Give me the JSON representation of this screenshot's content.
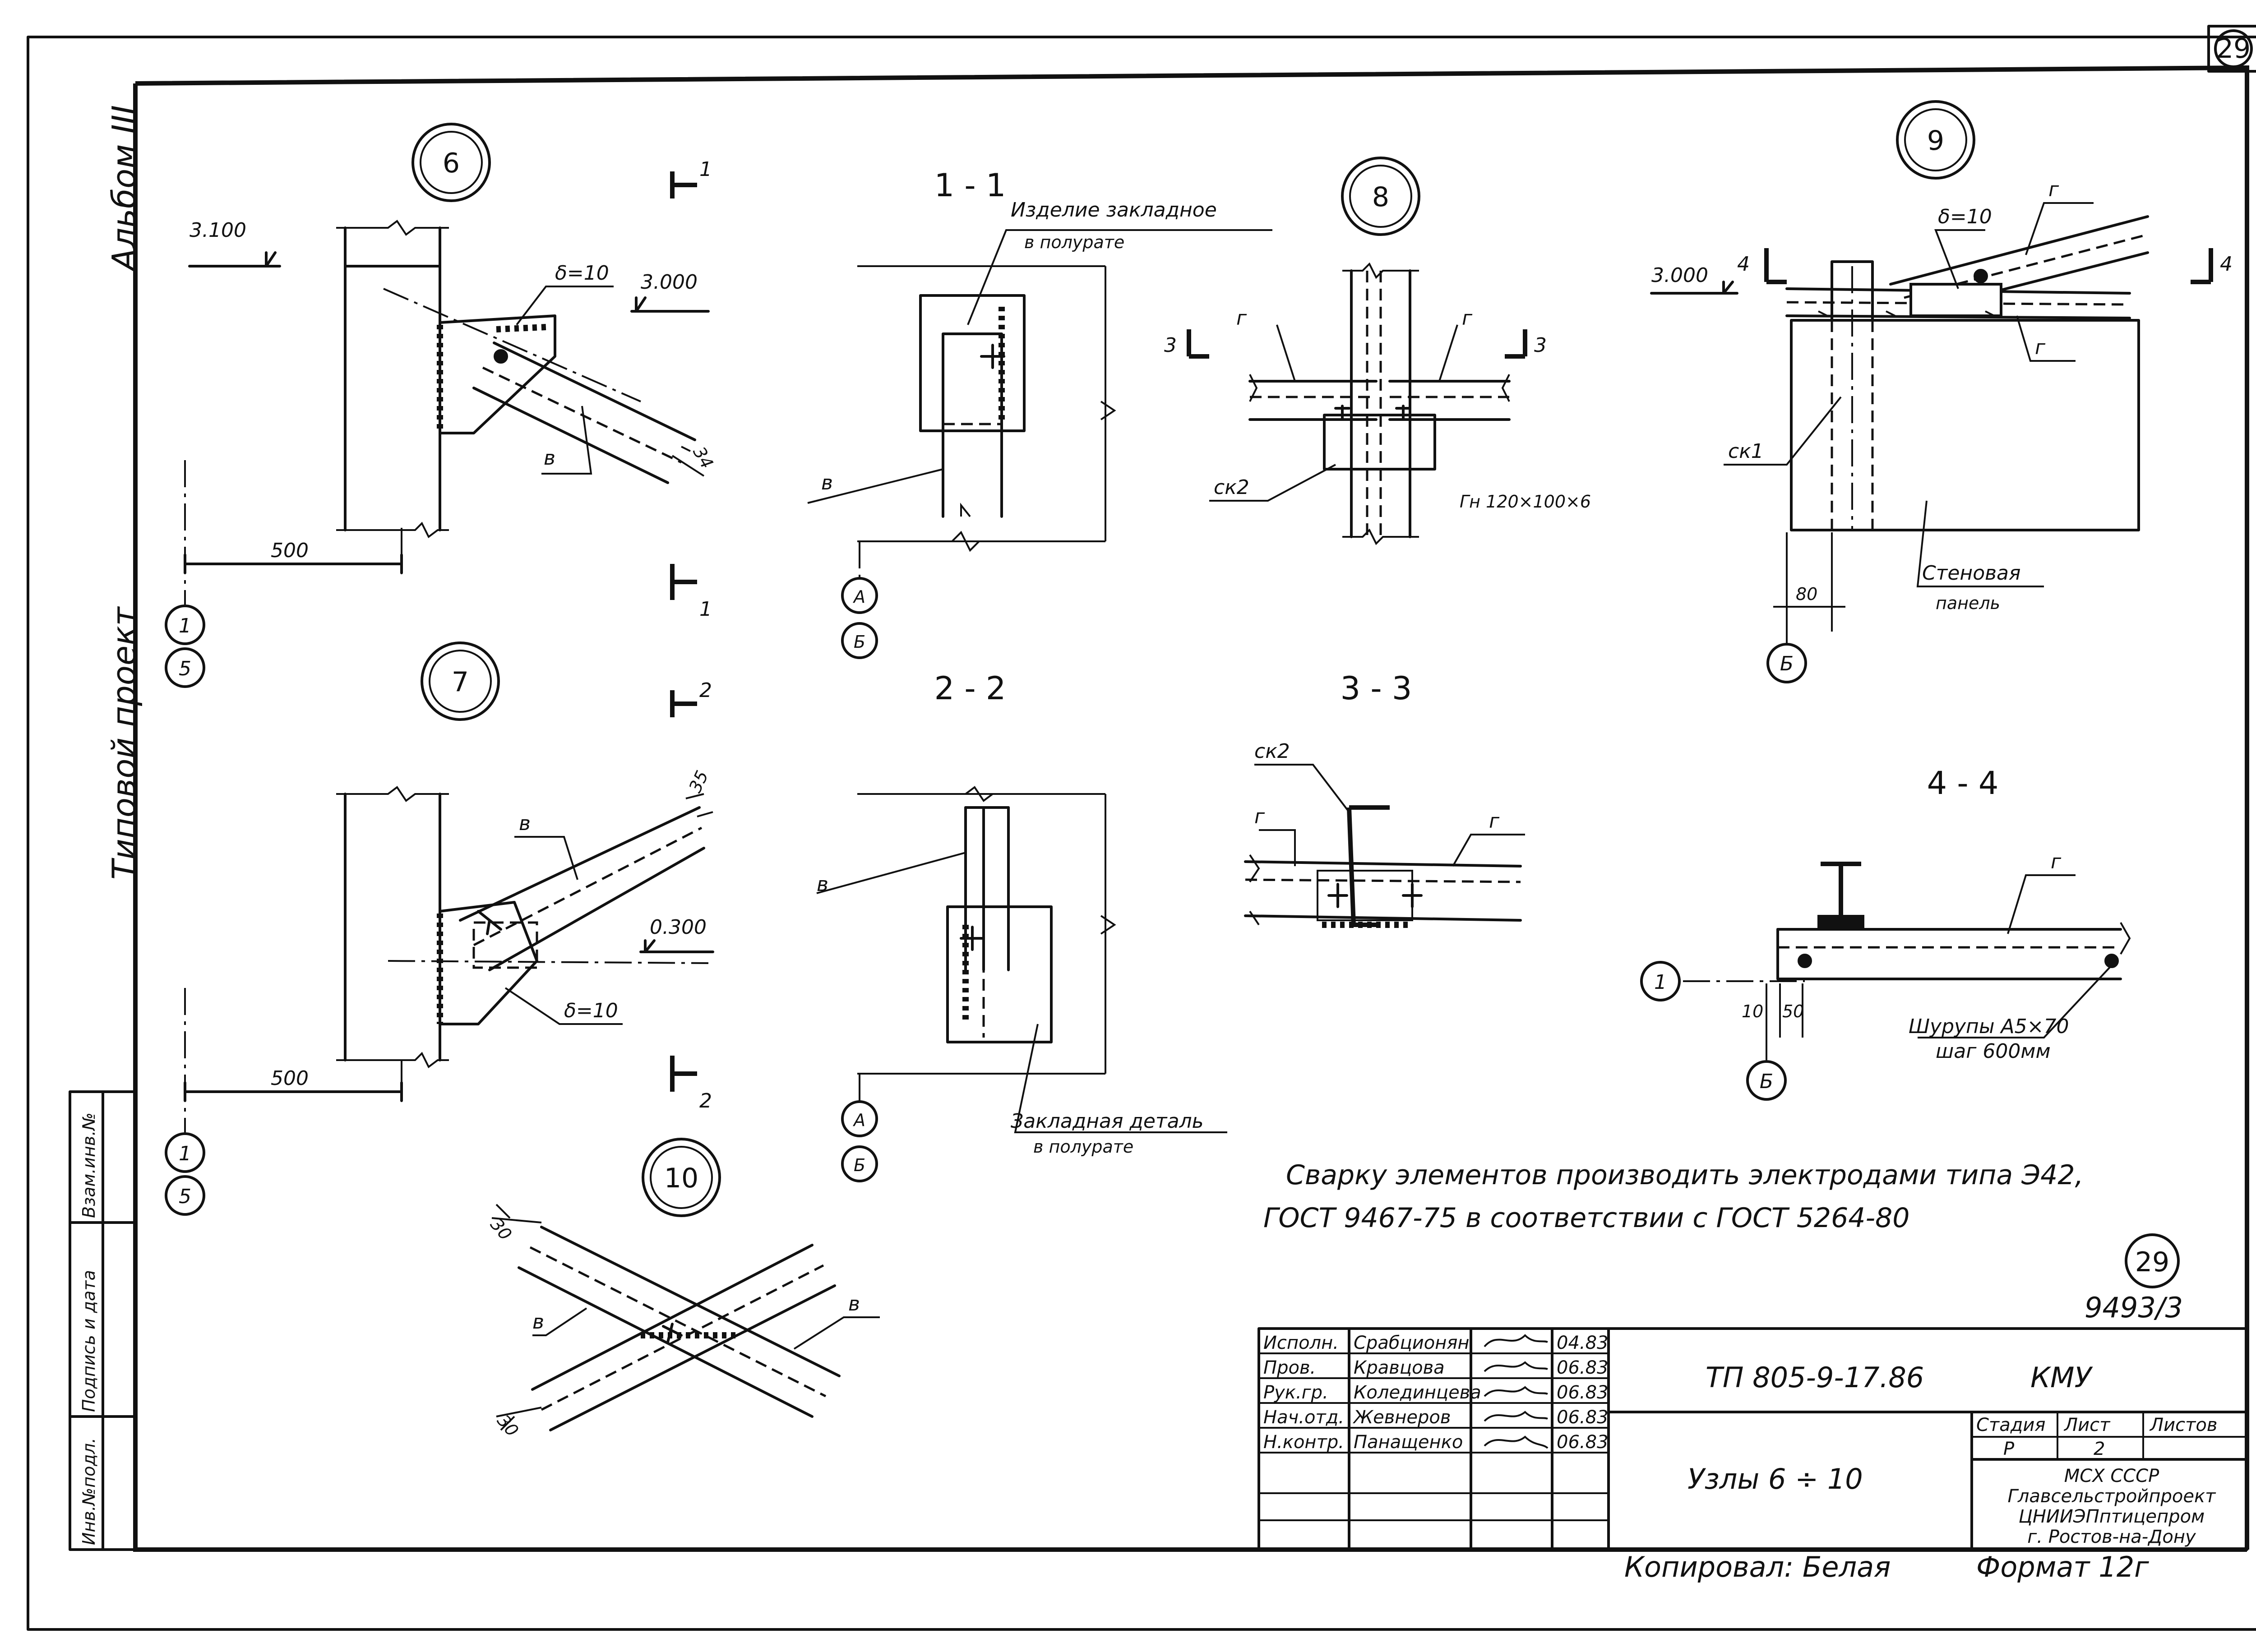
{
  "sheet": {
    "sheet_number": "29",
    "album": "Альбом III",
    "project_type_label": "Типовой проект"
  },
  "side_stamp": {
    "inv_no_orig": "Инв.№подл.",
    "sign_date": "Подпись и дата",
    "vzam_inv": "Взам.инв.№"
  },
  "nodes": {
    "n6": {
      "number": "6",
      "elev_left": "3.100",
      "elev_right": "3.000",
      "plate": "δ=10",
      "member": "в",
      "dim": "500",
      "axis_top": "1",
      "axis_bot": "5",
      "cut_top": "1",
      "cut_bot": "1",
      "dim_end": "34"
    },
    "n7": {
      "number": "7",
      "member": "в",
      "elev": "0.300",
      "plate": "δ=10",
      "dim": "500",
      "axis_top": "1",
      "axis_bot": "5",
      "cut_top": "2",
      "cut_bot": "2",
      "dim_end": "35"
    },
    "n8": {
      "number": "8",
      "purlin_l": "г",
      "purlin_r": "г",
      "bracket": "ск2",
      "cut_l": "3",
      "cut_r": "3",
      "profile": "Гн 120×100×6"
    },
    "n9": {
      "number": "9",
      "elev": "3.000",
      "plate": "δ=10",
      "purlin_top": "г",
      "purlin_bot": "г",
      "bracket": "ск1",
      "dim": "80",
      "wall_1": "Стеновая",
      "wall_2": "панель",
      "axis": "Б",
      "cut_l": "4",
      "cut_r": "4"
    },
    "n10": {
      "number": "10",
      "member_l": "в",
      "member_r": "в",
      "dim_top": "30",
      "dim_bot": "30"
    }
  },
  "sections": {
    "s11": {
      "title": "1 - 1",
      "lead_1": "Изделие закладное",
      "lead_2": "в полурате",
      "member": "в",
      "axis_a": "А",
      "axis_b": "Б"
    },
    "s22": {
      "title": "2 - 2",
      "member": "в",
      "lead_1": "Закладная деталь",
      "lead_2": "в полурате",
      "axis_a": "А",
      "axis_b": "Б"
    },
    "s33": {
      "title": "3 - 3",
      "bracket": "ск2",
      "purlin_l": "г",
      "purlin_r": "г"
    },
    "s44": {
      "title": "4 - 4",
      "purlin": "г",
      "axis_1": "1",
      "axis_b": "Б",
      "dim_a": "10",
      "dim_b": "50",
      "screws_1": "Шурупы А5×70",
      "screws_2": "шаг 600мм"
    }
  },
  "notes": {
    "line1": "Сварку элементов производить электродами типа Э42,",
    "line2": "ГОСТ 9467-75 в соответствии с ГОСТ 5264-80"
  },
  "stamp": {
    "circle_no": "29",
    "archive_no": "9493/3",
    "doc_code": "ТП 805-9-17.86",
    "mark": "КМУ",
    "title": "Узлы 6 ÷ 10",
    "stage_hdr": "Стадия",
    "sheet_hdr": "Лист",
    "sheets_hdr": "Листов",
    "stage": "Р",
    "sheet_no": "2",
    "org_1": "МСХ СССР",
    "org_2": "Главсельстройпроект",
    "org_3": "ЦНИИЭПптицепром",
    "org_4": "г. Ростов-на-Дону",
    "format": "Формат 12г",
    "copied": "Копировал: Белая",
    "rows": [
      {
        "role": "Исполн.",
        "name": "Срабционян",
        "date": "04.83"
      },
      {
        "role": "Пров.",
        "name": "Кравцова",
        "date": "06.83"
      },
      {
        "role": "Рук.гр.",
        "name": "Колединцева",
        "date": "06.83"
      },
      {
        "role": "Нач.отд.",
        "name": "Жевнеров",
        "date": "06.83"
      },
      {
        "role": "Н.контр.",
        "name": "Панащенко",
        "date": "06.83"
      }
    ]
  }
}
